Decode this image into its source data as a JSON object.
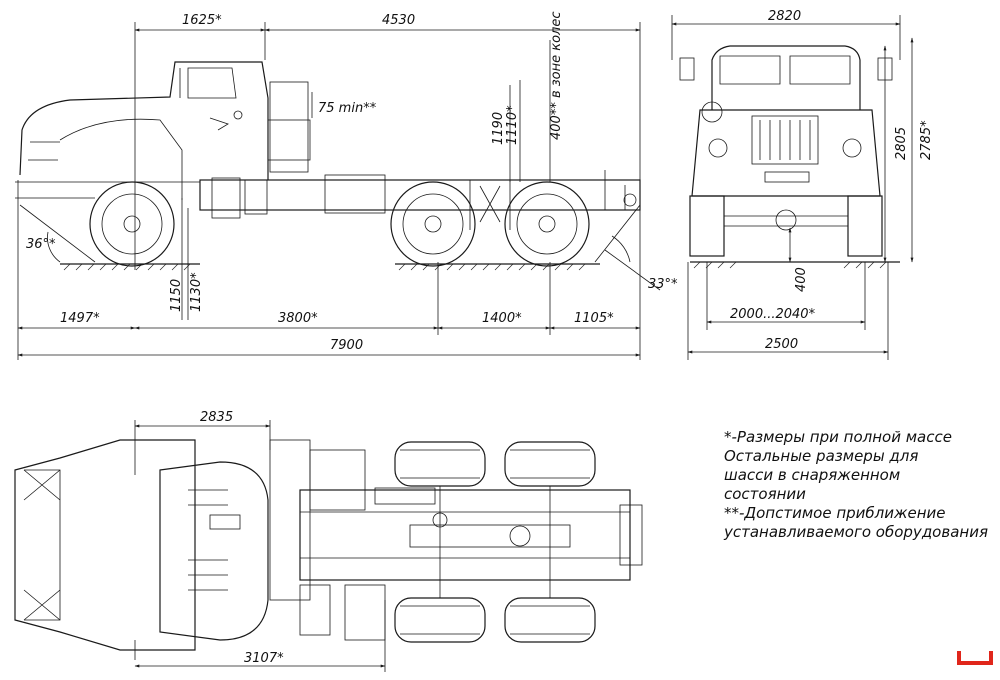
{
  "dimensions": {
    "cab_length": "1625*",
    "wheelbase_section": "4530",
    "front_width": "2820",
    "vertical_75": "75 min**",
    "h1190": "1190",
    "h1110": "1110*",
    "wheel_zone": "400** в зоне колес",
    "h2805": "2805",
    "h2785": "2785*",
    "angle_front": "36°*",
    "angle_rear": "33°*",
    "h1150": "1150",
    "h1130": "1130*",
    "h400": "400",
    "front_overhang": "1497*",
    "wheelbase": "3800*",
    "bogie": "1400*",
    "rear_overhang": "1105*",
    "track": "2000...2040*",
    "total_length": "7900",
    "total_width": "2500",
    "top_2835": "2835",
    "top_3107": "3107*"
  },
  "notes": {
    "line1": "*-Размеры при полной массе",
    "line2": "Остальные размеры для",
    "line3": "шасси в снаряженном",
    "line4": "состоянии",
    "line5": "**-Допстимое приближение",
    "line6": "устанавливаемого оборудования"
  },
  "colors": {
    "line": "#1a1a1a",
    "mark": "#e0261b"
  }
}
